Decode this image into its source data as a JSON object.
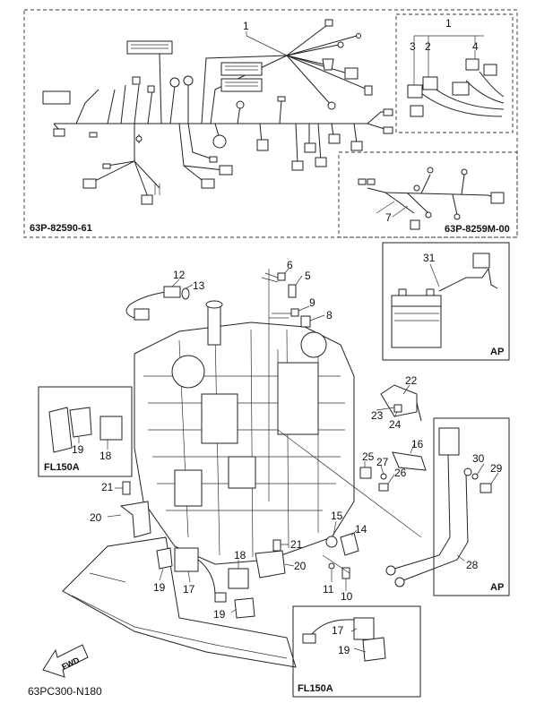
{
  "part_numbers": {
    "main_harness": "63P-82590-61",
    "sub_harness": "63P-8259M-00",
    "diagram_code": "63PC300-N180"
  },
  "variant_tags": {
    "ap_battery": "AP",
    "ap_cable": "AP",
    "fl_left": "FL150A",
    "fl_bottom": "FL150A"
  },
  "direction_arrow": "FWD",
  "callouts": [
    {
      "id": "c1a",
      "label": "1"
    },
    {
      "id": "c1b",
      "label": "1"
    },
    {
      "id": "c2",
      "label": "2"
    },
    {
      "id": "c3",
      "label": "3"
    },
    {
      "id": "c4",
      "label": "4"
    },
    {
      "id": "c5",
      "label": "5"
    },
    {
      "id": "c6",
      "label": "6"
    },
    {
      "id": "c7",
      "label": "7"
    },
    {
      "id": "c8",
      "label": "8"
    },
    {
      "id": "c9",
      "label": "9"
    },
    {
      "id": "c10",
      "label": "10"
    },
    {
      "id": "c11",
      "label": "11"
    },
    {
      "id": "c12",
      "label": "12"
    },
    {
      "id": "c13",
      "label": "13"
    },
    {
      "id": "c14",
      "label": "14"
    },
    {
      "id": "c15",
      "label": "15"
    },
    {
      "id": "c16",
      "label": "16"
    },
    {
      "id": "c17a",
      "label": "17"
    },
    {
      "id": "c17b",
      "label": "17"
    },
    {
      "id": "c18a",
      "label": "18"
    },
    {
      "id": "c18b",
      "label": "18"
    },
    {
      "id": "c19a",
      "label": "19"
    },
    {
      "id": "c19b",
      "label": "19"
    },
    {
      "id": "c19c",
      "label": "19"
    },
    {
      "id": "c19d",
      "label": "19"
    },
    {
      "id": "c20a",
      "label": "20"
    },
    {
      "id": "c20b",
      "label": "20"
    },
    {
      "id": "c21a",
      "label": "21"
    },
    {
      "id": "c21b",
      "label": "21"
    },
    {
      "id": "c22",
      "label": "22"
    },
    {
      "id": "c23",
      "label": "23"
    },
    {
      "id": "c24",
      "label": "24"
    },
    {
      "id": "c25",
      "label": "25"
    },
    {
      "id": "c26",
      "label": "26"
    },
    {
      "id": "c27",
      "label": "27"
    },
    {
      "id": "c28",
      "label": "28"
    },
    {
      "id": "c29",
      "label": "29"
    },
    {
      "id": "c30",
      "label": "30"
    },
    {
      "id": "c31",
      "label": "31"
    }
  ]
}
